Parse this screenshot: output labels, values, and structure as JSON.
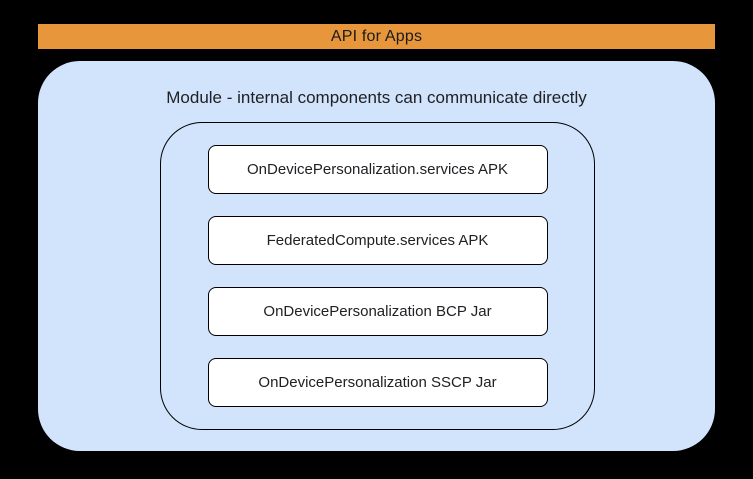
{
  "diagram": {
    "api_bar": {
      "label": "API for Apps",
      "color": "#E8963C"
    },
    "module": {
      "title": "Module - internal components can communicate directly",
      "bg_color": "#D2E3FC",
      "components": [
        {
          "label": "OnDevicePersonalization.services APK"
        },
        {
          "label": "FederatedCompute.services APK"
        },
        {
          "label": "OnDevicePersonalization BCP Jar"
        },
        {
          "label": "OnDevicePersonalization SSCP Jar"
        }
      ]
    }
  }
}
